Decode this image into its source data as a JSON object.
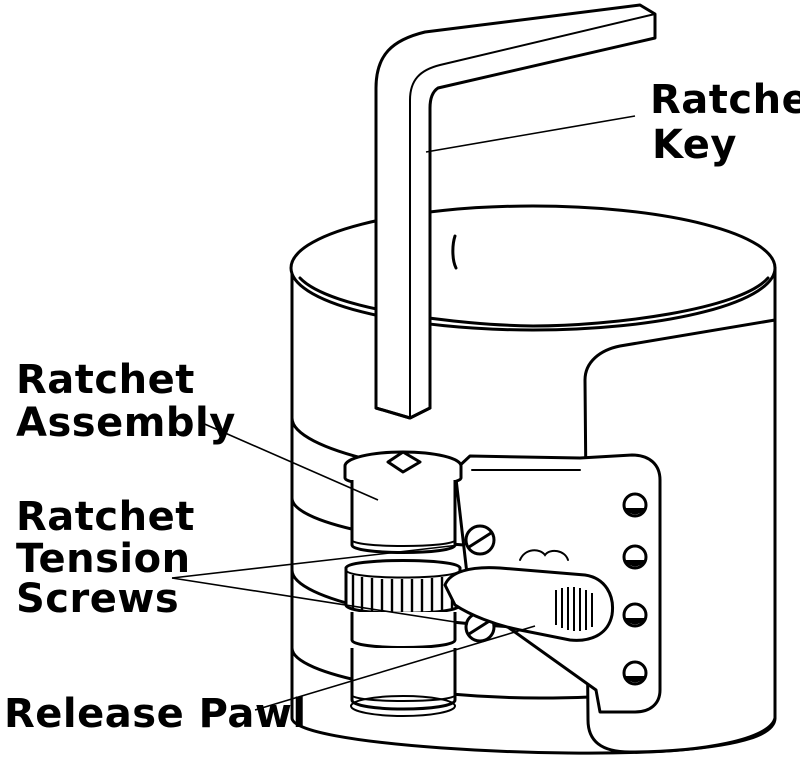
{
  "labels": {
    "ratchet_key": [
      "Ratchet",
      "Key"
    ],
    "ratchet_assembly": [
      "Ratchet",
      "Assembly"
    ],
    "ratchet_tension_screws": [
      "Ratchet",
      "Tension",
      "Screws"
    ],
    "release_pawl": "Release Pawl"
  }
}
